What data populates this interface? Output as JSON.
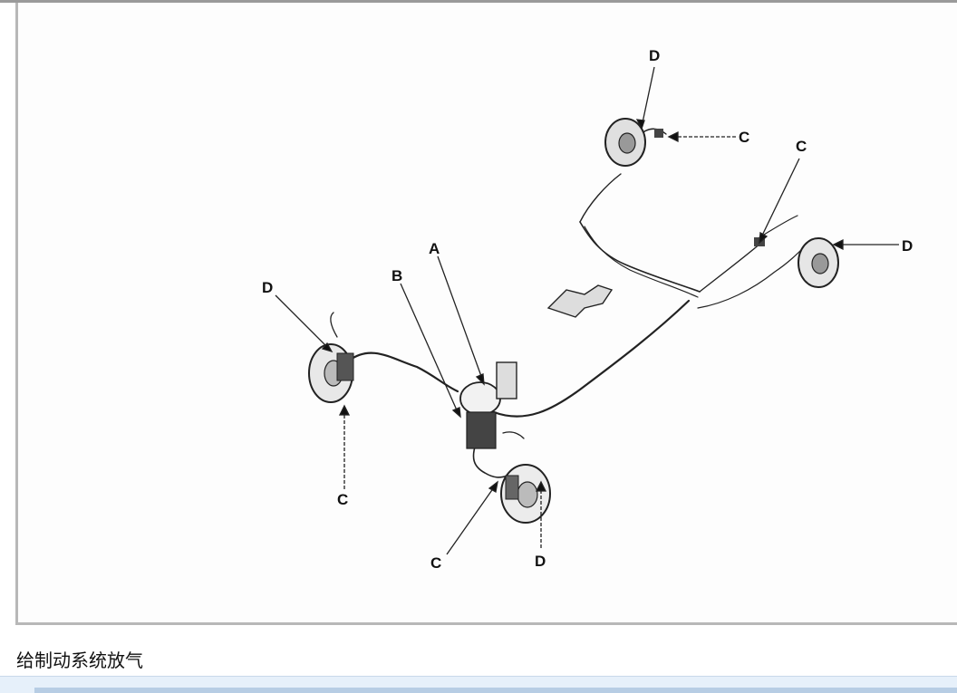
{
  "figure": {
    "callouts": {
      "d_top": "D",
      "c_top": "C",
      "c_right": "C",
      "d_right": "D",
      "a": "A",
      "b": "B",
      "d_left": "D",
      "c_left": "C",
      "c_bottom": "C",
      "d_bottom": "D"
    }
  },
  "caption": "给制动系统放气"
}
